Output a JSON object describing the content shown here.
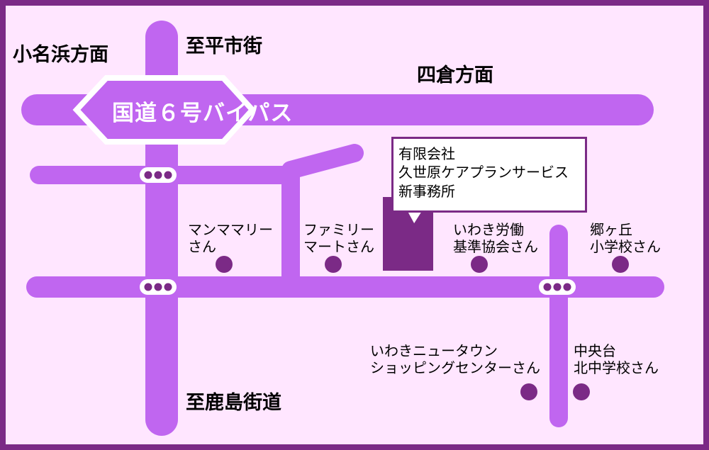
{
  "directions": {
    "onahama": "小名浜方面",
    "taira": "至平市街",
    "yotsukura": "四倉方面",
    "kashima": "至鹿島街道"
  },
  "route_label": "国道６号バイパス",
  "office": {
    "lines": [
      "有限会社",
      "久世原ケアプランサービス",
      "新事務所"
    ]
  },
  "landmarks": {
    "manmamari": [
      "マンママリー",
      "さん"
    ],
    "familymart": [
      "ファミリー",
      "マートさん"
    ],
    "iwaki_roudou": [
      "いわき労働",
      "基準協会さん"
    ],
    "gougaoka": [
      "郷ヶ丘",
      "小学校さん"
    ],
    "newtown": [
      "いわきニュータウン",
      "ショッピングセンターさん"
    ],
    "chuodai": [
      "中央台",
      "北中学校さん"
    ]
  },
  "colors": {
    "frame": "#7b2a86",
    "background": "#ffe6ff",
    "road": "#c066f0",
    "marker": "#7b2a86",
    "office_block": "#7b2a86"
  },
  "icons": {
    "traffic_signal": "traffic-light-icon",
    "landmark": "landmark-dot-icon"
  }
}
